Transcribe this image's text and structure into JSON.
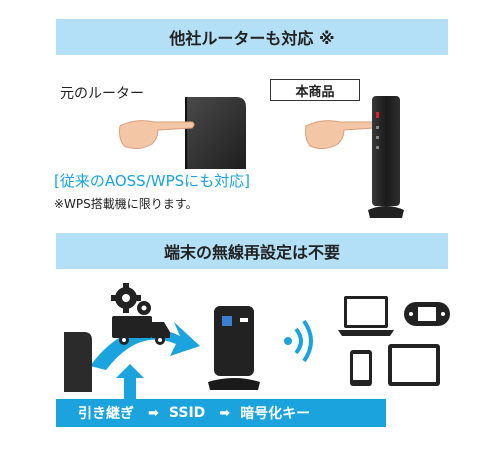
{
  "top_banner": {
    "text": "他社ルーターも対応 ※"
  },
  "old_router_label": "元のルーター",
  "this_product_label": "本商品",
  "compat_text": "[従来のAOSS/WPSにも対応]",
  "note_text": "※WPS搭載機に限ります。",
  "mid_banner": {
    "text": "端末の無線再設定は不要"
  },
  "handoff": {
    "items": [
      "引き継ぎ",
      "SSID",
      "暗号化キー"
    ]
  },
  "colors": {
    "banner": "#b3e0f7",
    "accent": "#1aa3dd",
    "dark": "#2b2b2b"
  }
}
